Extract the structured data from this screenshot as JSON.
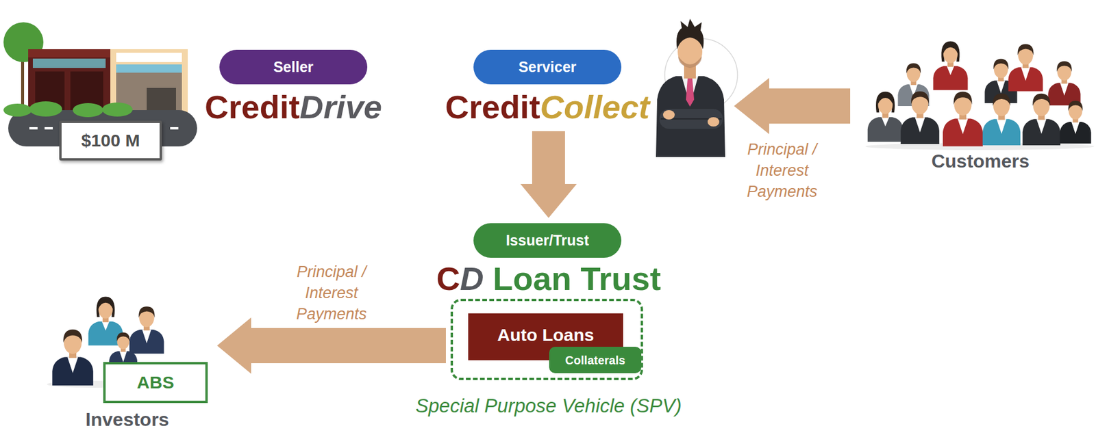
{
  "diagram": {
    "nodes": [
      {
        "text": [
          "$100 M"
        ]
      },
      {
        "text": [
          "Seller",
          "CreditDrive"
        ]
      },
      {
        "text": [
          "Servicer",
          "CreditCollect"
        ]
      },
      {
        "text": [
          "Customers"
        ]
      },
      {
        "text": [
          "Issuer/Trust",
          "CD Loan Trust"
        ]
      },
      {
        "text": [
          "Investors"
        ]
      },
      {
        "text": [
          "ABS"
        ],
        "in": 5
      },
      {
        "text": [
          "Special Purpose Vehicle (SPV)"
        ]
      },
      {
        "text": [
          "Auto Loans"
        ],
        "in": 7
      },
      {
        "text": [
          "Collaterals"
        ],
        "in": 7
      }
    ],
    "edges": [
      {
        "from": 3,
        "to": 2,
        "arrow": "to",
        "label": "Principal / Interest Payments"
      },
      {
        "from": 2,
        "to": 4,
        "arrow": "to"
      },
      {
        "from": 7,
        "to": 5,
        "arrow": "to",
        "label": "Principal / Interest Payments"
      }
    ]
  }
}
